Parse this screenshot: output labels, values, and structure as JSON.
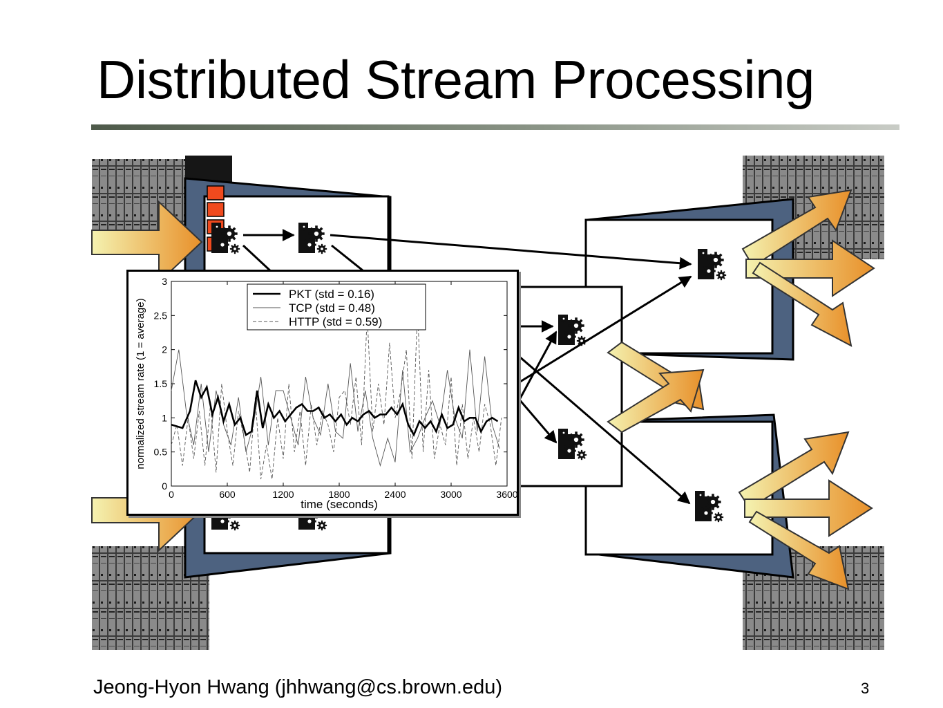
{
  "slide": {
    "title": "Distributed Stream Processing",
    "author": "Jeong-Hyon  Hwang (jhhwang@cs.brown.edu)",
    "page_number": "3"
  },
  "colors": {
    "zoom_panel": "#4d6280",
    "arrow_orange": "#e8902a",
    "arrow_cream": "#f4f2b0",
    "queue_box": "#f04a1e"
  },
  "icons": [
    "server-rack-icon",
    "gears-operator-icon",
    "queue-icon",
    "data-arrow-icon"
  ],
  "chart_data": {
    "type": "line",
    "xlabel": "time (seconds)",
    "ylabel": "normalized stream rate (1 = average)",
    "xlim": [
      0,
      3600
    ],
    "ylim": [
      0,
      3
    ],
    "xticks": [
      0,
      600,
      1200,
      1800,
      2400,
      3000,
      3600
    ],
    "yticks": [
      0,
      0.5,
      1,
      1.5,
      2,
      2.5,
      3
    ],
    "legend_position": "top-center",
    "series": [
      {
        "name": "PKT (std = 0.16)",
        "style": "solid-thick",
        "x": [
          0,
          120,
          200,
          260,
          320,
          380,
          440,
          500,
          560,
          620,
          680,
          740,
          800,
          860,
          920,
          980,
          1040,
          1100,
          1160,
          1220,
          1280,
          1340,
          1400,
          1460,
          1520,
          1580,
          1640,
          1700,
          1760,
          1820,
          1880,
          1940,
          2000,
          2060,
          2120,
          2180,
          2240,
          2300,
          2360,
          2420,
          2480,
          2540,
          2600,
          2660,
          2720,
          2780,
          2840,
          2900,
          2960,
          3020,
          3080,
          3140,
          3200,
          3260,
          3320,
          3380,
          3440,
          3500
        ],
        "y": [
          0.9,
          0.85,
          1.1,
          1.55,
          1.3,
          1.45,
          1.05,
          1.3,
          0.95,
          1.2,
          0.9,
          1.0,
          0.75,
          0.8,
          1.4,
          0.85,
          1.2,
          1.0,
          1.1,
          0.95,
          1.05,
          1.15,
          1.2,
          1.1,
          1.1,
          1.15,
          1.0,
          1.05,
          0.95,
          1.05,
          0.9,
          1.0,
          0.95,
          1.05,
          1.1,
          1.0,
          1.05,
          1.05,
          1.15,
          1.05,
          1.2,
          0.9,
          0.75,
          0.95,
          0.85,
          0.95,
          0.8,
          1.05,
          0.85,
          0.9,
          1.15,
          0.95,
          1.0,
          1.0,
          0.8,
          0.95,
          1.0,
          0.95
        ]
      },
      {
        "name": "TCP (std = 0.48)",
        "style": "solid-thin",
        "x": [
          0,
          80,
          160,
          240,
          320,
          400,
          480,
          560,
          640,
          720,
          800,
          880,
          960,
          1040,
          1120,
          1200,
          1280,
          1360,
          1440,
          1520,
          1600,
          1680,
          1760,
          1840,
          1920,
          2000,
          2080,
          2160,
          2240,
          2320,
          2400,
          2480,
          2560,
          2640,
          2720,
          2800,
          2880,
          2960,
          3040,
          3120,
          3200,
          3280,
          3360,
          3440,
          3520
        ],
        "y": [
          1.4,
          2.0,
          1.1,
          0.6,
          1.5,
          0.5,
          1.4,
          0.9,
          0.6,
          1.3,
          0.5,
          0.9,
          1.6,
          0.6,
          1.4,
          1.4,
          1.0,
          0.6,
          1.6,
          1.0,
          0.75,
          1.5,
          0.8,
          0.7,
          1.8,
          0.8,
          1.4,
          0.7,
          0.3,
          0.7,
          0.35,
          1.7,
          0.5,
          0.7,
          1.0,
          1.25,
          0.9,
          1.7,
          1.0,
          0.7,
          2.0,
          0.8,
          1.9,
          0.9,
          0.55
        ]
      },
      {
        "name": "HTTP (std = 0.59)",
        "style": "dashed",
        "x": [
          0,
          60,
          120,
          180,
          240,
          300,
          360,
          420,
          480,
          540,
          600,
          660,
          720,
          780,
          840,
          900,
          960,
          1020,
          1080,
          1140,
          1200,
          1260,
          1320,
          1380,
          1440,
          1500,
          1560,
          1620,
          1680,
          1740,
          1800,
          1860,
          1920,
          1980,
          2040,
          2100,
          2160,
          2220,
          2280,
          2340,
          2400,
          2460,
          2520,
          2580,
          2640,
          2700,
          2760,
          2820,
          2880,
          2940,
          3000,
          3060,
          3120,
          3180,
          3240,
          3300,
          3360,
          3420,
          3480,
          3540
        ],
        "y": [
          0.6,
          0.9,
          0.3,
          1.0,
          0.4,
          1.1,
          0.3,
          1.2,
          0.2,
          1.5,
          0.8,
          0.3,
          1.1,
          0.7,
          0.2,
          1.3,
          0.1,
          0.6,
          0.1,
          1.0,
          0.4,
          1.5,
          0.5,
          1.1,
          0.3,
          1.2,
          0.6,
          1.1,
          0.9,
          0.5,
          1.3,
          1.4,
          0.9,
          1.6,
          0.6,
          2.5,
          0.8,
          1.5,
          0.9,
          2.1,
          1.0,
          1.4,
          2.0,
          0.4,
          2.6,
          0.5,
          1.7,
          0.4,
          0.9,
          0.6,
          1.6,
          0.3,
          1.2,
          0.4,
          1.0,
          0.5,
          1.2,
          0.9,
          0.3,
          1.0
        ]
      }
    ]
  }
}
